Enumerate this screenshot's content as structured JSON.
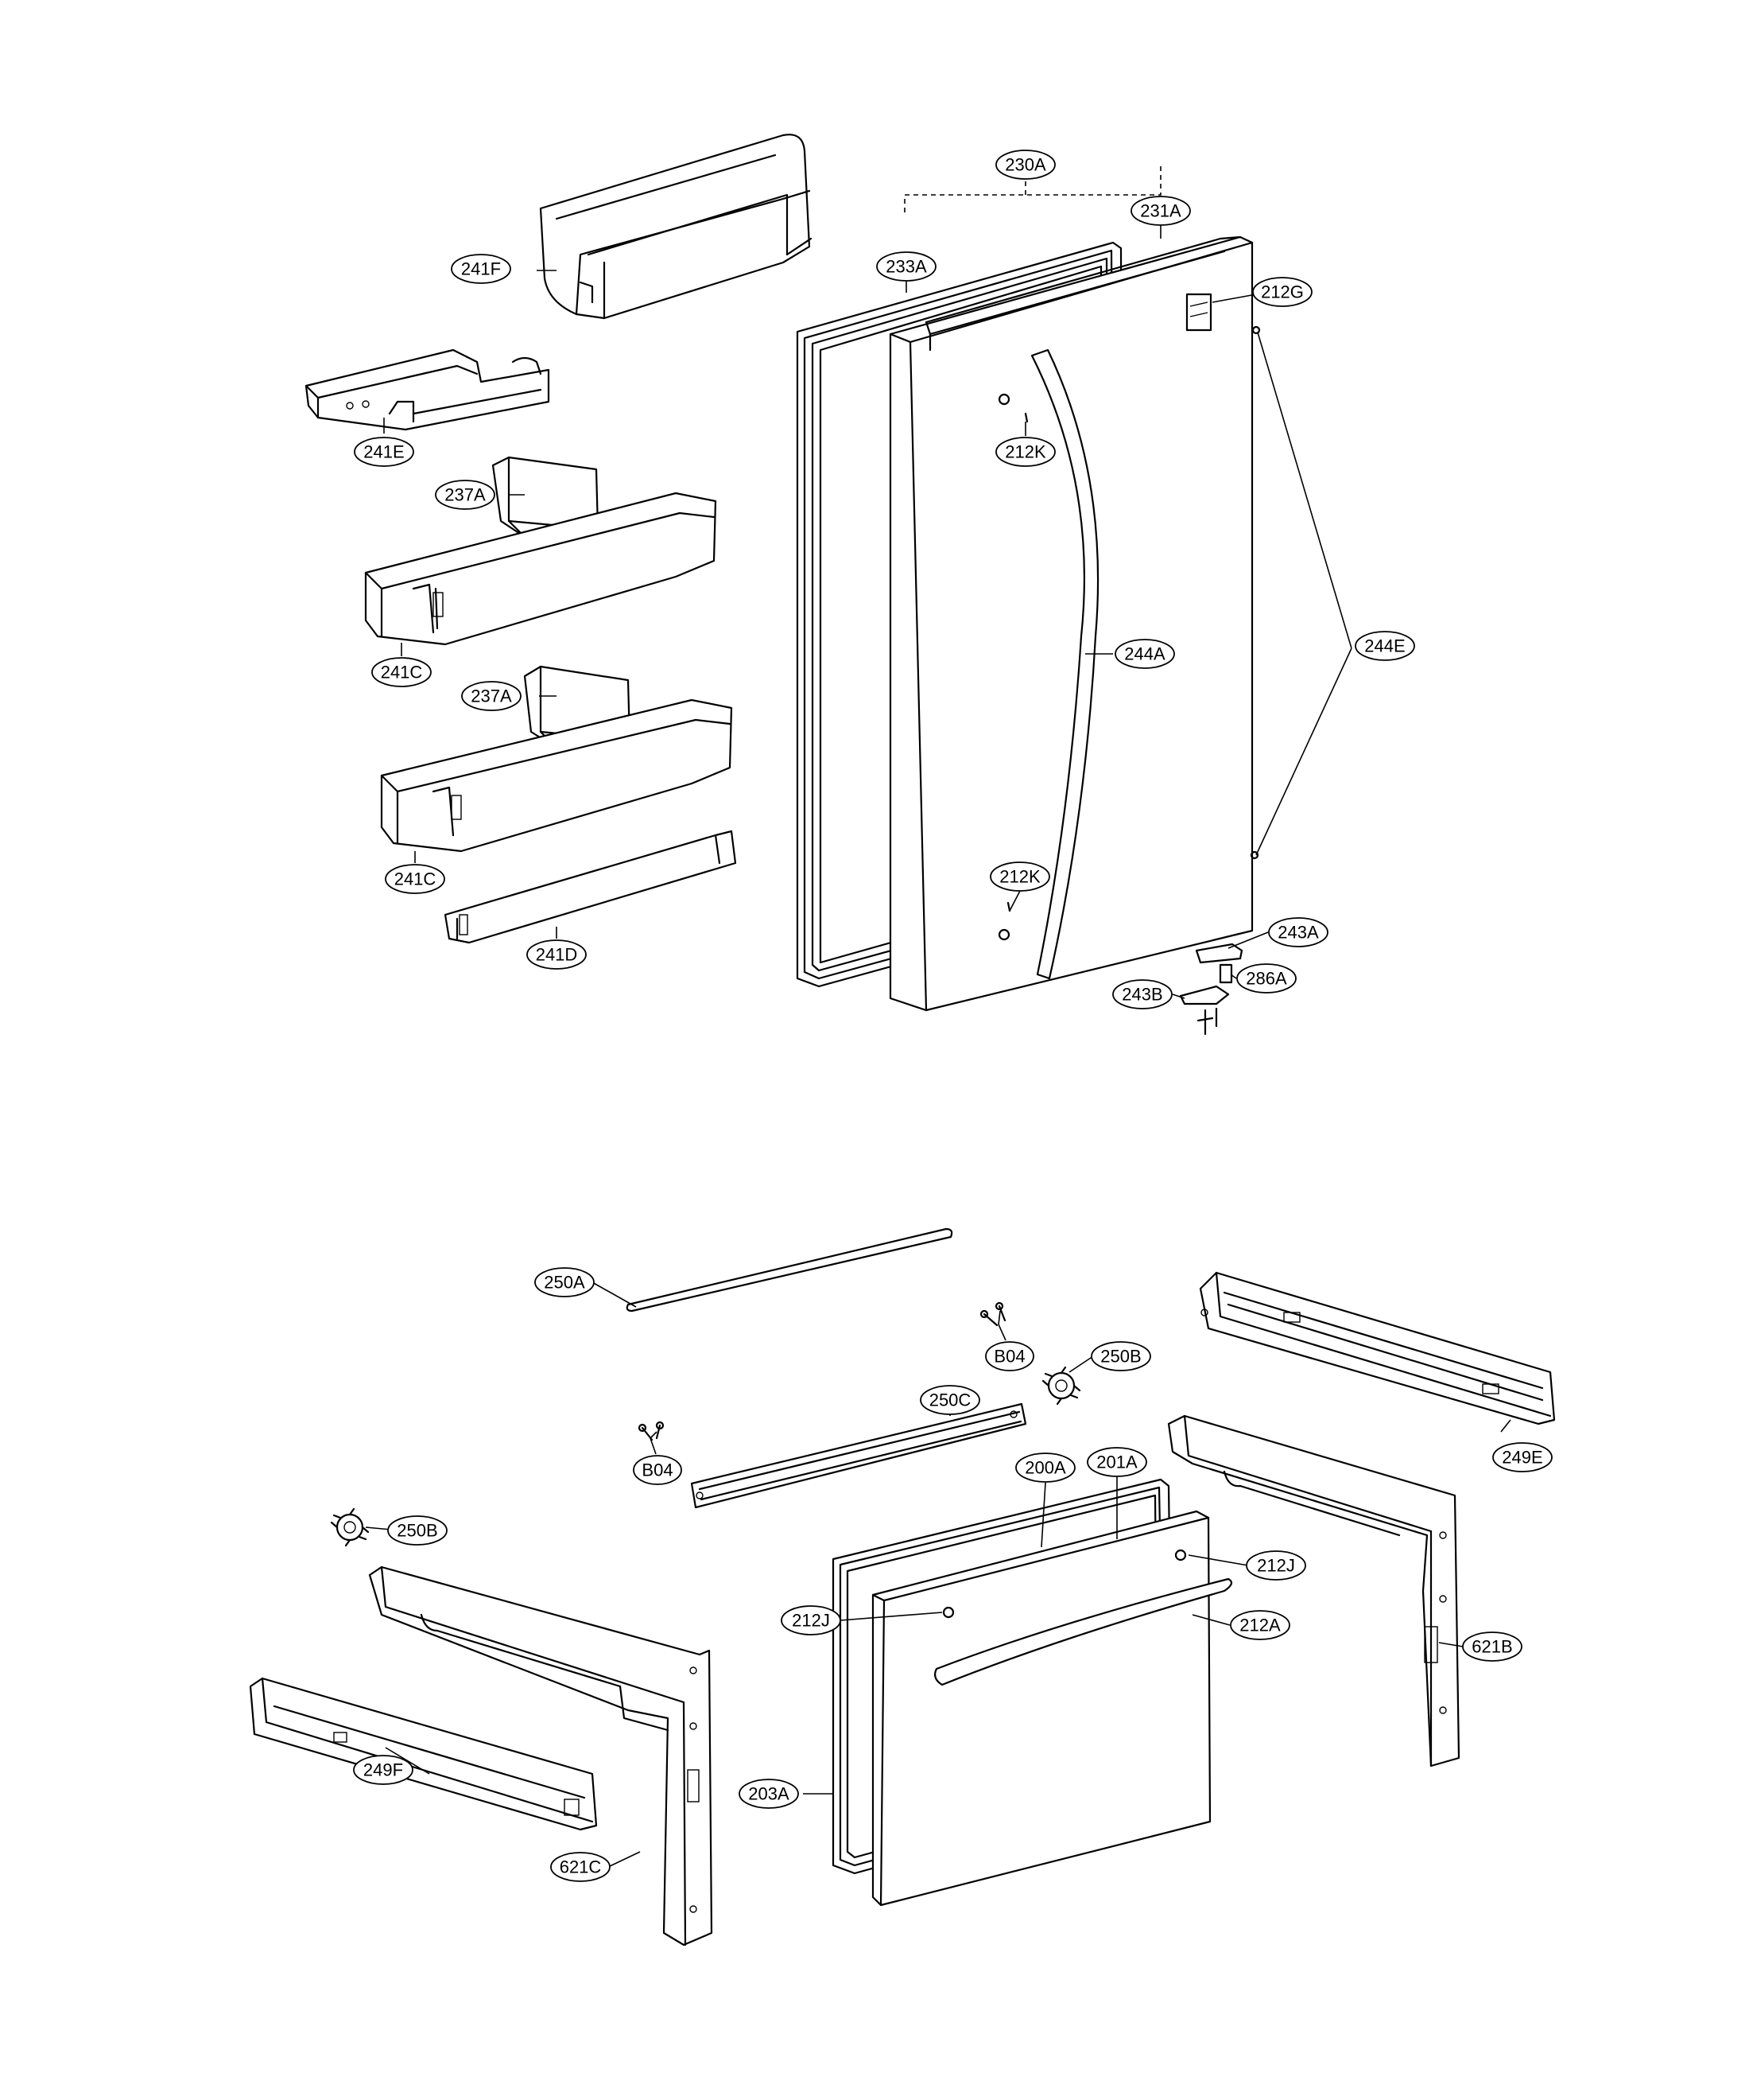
{
  "callouts": [
    {
      "id": "c-230A",
      "label": "230A"
    },
    {
      "id": "c-231A",
      "label": "231A"
    },
    {
      "id": "c-233A",
      "label": "233A"
    },
    {
      "id": "c-212G",
      "label": "212G"
    },
    {
      "id": "c-241F",
      "label": "241F"
    },
    {
      "id": "c-241E",
      "label": "241E"
    },
    {
      "id": "c-212K-top",
      "label": "212K"
    },
    {
      "id": "c-237A-top",
      "label": "237A"
    },
    {
      "id": "c-241C-top",
      "label": "241C"
    },
    {
      "id": "c-244A",
      "label": "244A"
    },
    {
      "id": "c-244E",
      "label": "244E"
    },
    {
      "id": "c-237A-bottom",
      "label": "237A"
    },
    {
      "id": "c-241C-bottom",
      "label": "241C"
    },
    {
      "id": "c-212K-bottom",
      "label": "212K"
    },
    {
      "id": "c-241D",
      "label": "241D"
    },
    {
      "id": "c-243A",
      "label": "243A"
    },
    {
      "id": "c-286A",
      "label": "286A"
    },
    {
      "id": "c-243B",
      "label": "243B"
    },
    {
      "id": "c-250A",
      "label": "250A"
    },
    {
      "id": "c-B04-top",
      "label": "B04"
    },
    {
      "id": "c-250B-right",
      "label": "250B"
    },
    {
      "id": "c-250C",
      "label": "250C"
    },
    {
      "id": "c-249E",
      "label": "249E"
    },
    {
      "id": "c-B04-left",
      "label": "B04"
    },
    {
      "id": "c-200A",
      "label": "200A"
    },
    {
      "id": "c-201A",
      "label": "201A"
    },
    {
      "id": "c-250B-left",
      "label": "250B"
    },
    {
      "id": "c-212J-right",
      "label": "212J"
    },
    {
      "id": "c-212J-left",
      "label": "212J"
    },
    {
      "id": "c-212A",
      "label": "212A"
    },
    {
      "id": "c-621B",
      "label": "621B"
    },
    {
      "id": "c-203A",
      "label": "203A"
    },
    {
      "id": "c-249F",
      "label": "249F"
    },
    {
      "id": "c-621C",
      "label": "621C"
    }
  ]
}
